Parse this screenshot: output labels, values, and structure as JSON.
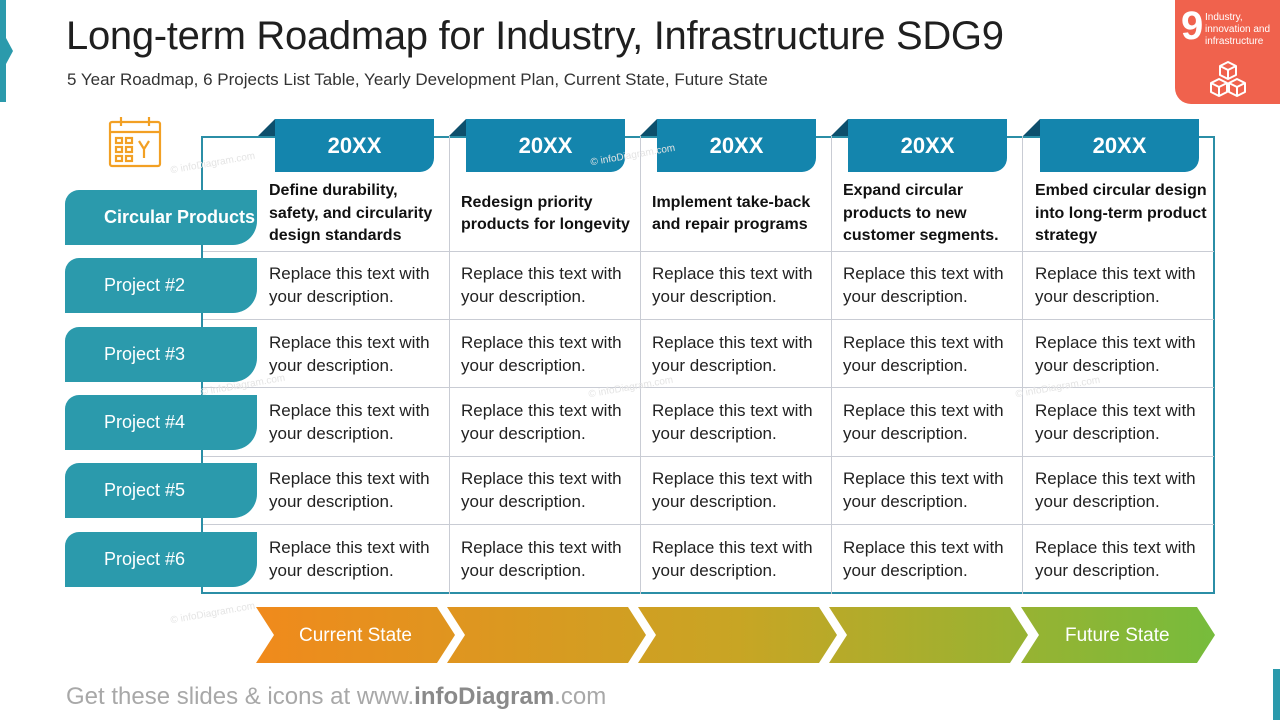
{
  "header": {
    "title": "Long-term Roadmap for Industry, Infrastructure SDG9",
    "subtitle": "5 Year Roadmap, 6 Projects List Table, Yearly Development Plan, Current State, Future State"
  },
  "badge": {
    "number": "9",
    "label": "Industry, innovation and infrastructure",
    "color": "#f0624d"
  },
  "years": [
    "20XX",
    "20XX",
    "20XX",
    "20XX",
    "20XX"
  ],
  "rows": [
    {
      "label": "Circular Products",
      "cells": [
        "Define durability, safety, and circularity design standards",
        "Redesign priority products for longevity",
        "Implement take-back and repair programs",
        "Expand circular products to new customer segments.",
        "Embed circular design into long-term product strategy"
      ]
    },
    {
      "label": "Project #2",
      "cells": [
        "Replace this text with your description.",
        "Replace this text with your description.",
        "Replace this text with your description.",
        "Replace this text with your description.",
        "Replace this text with your description."
      ]
    },
    {
      "label": "Project #3",
      "cells": [
        "Replace this text with your description.",
        "Replace this text with your description.",
        "Replace this text with your description.",
        "Replace this text with your description.",
        "Replace this text with your description."
      ]
    },
    {
      "label": "Project #4",
      "cells": [
        "Replace this text with your description.",
        "Replace this text with your description.",
        "Replace this text with your description.",
        "Replace this text with your description.",
        "Replace this text with your description."
      ]
    },
    {
      "label": "Project #5",
      "cells": [
        "Replace this text with your description.",
        "Replace this text with your description.",
        "Replace this text with your description.",
        "Replace this text with your description.",
        "Replace this text with your description."
      ]
    },
    {
      "label": "Project #6",
      "cells": [
        "Replace this text with your description.",
        "Replace this text with your description.",
        "Replace this text with your description.",
        "Replace this text with your description.",
        "Replace this text with your description."
      ]
    }
  ],
  "states": {
    "current": "Current State",
    "future": "Future State"
  },
  "footer": {
    "prefix": "Get these slides & icons at www.",
    "brand": "infoDiagram",
    "suffix": ".com"
  },
  "watermark": "© infoDiagram.com",
  "colors": {
    "teal": "#2b9aac",
    "year_blue": "#1485ad",
    "year_dark": "#0d4f6c",
    "current_orange": "#f08a1c",
    "future_green": "#76bc3c"
  },
  "icons": {
    "calendar": "calendar-icon",
    "cubes": "cubes-icon"
  }
}
